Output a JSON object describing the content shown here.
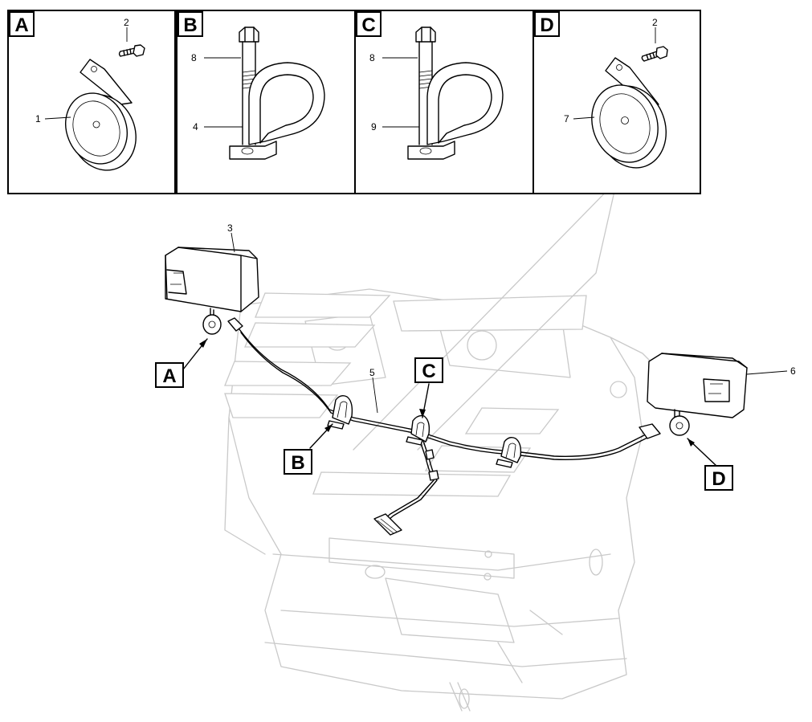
{
  "detail_panels": [
    {
      "letter": "A",
      "labels": [
        "2",
        "1"
      ]
    },
    {
      "letter": "B",
      "labels": [
        "8",
        "4"
      ]
    },
    {
      "letter": "C",
      "labels": [
        "8",
        "9"
      ]
    },
    {
      "letter": "D",
      "labels": [
        "2",
        "7"
      ]
    }
  ],
  "main_view": {
    "part_labels": {
      "left_horn_assembly": "3",
      "wiring_harness": "5",
      "right_horn_assembly": "6"
    },
    "callouts": {
      "a": "A",
      "b": "B",
      "c": "C",
      "d": "D"
    }
  }
}
